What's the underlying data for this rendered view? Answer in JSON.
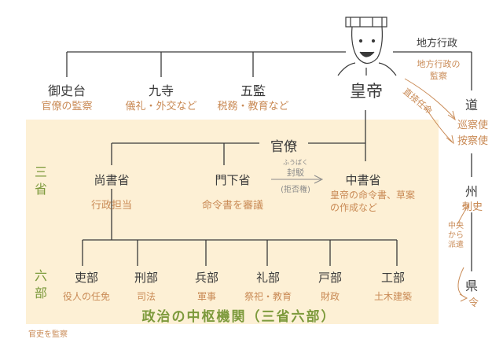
{
  "top": {
    "emperor": "皇帝",
    "local_admin": "地方行政",
    "local_admin_oversight": "地方行政の監察",
    "direct_dispatch": "直接任命",
    "bodies": [
      {
        "name": "御史台",
        "role": "官僚の監察"
      },
      {
        "name": "九寺",
        "role": "儀礼・外交など"
      },
      {
        "name": "五監",
        "role": "税務・教育など"
      }
    ]
  },
  "bureaucracy": "官僚",
  "three_depts": {
    "label": "三省",
    "items": [
      {
        "name": "尚書省",
        "role": "行政担当"
      },
      {
        "name": "門下省",
        "role": "命令書を審議"
      },
      {
        "name": "中書省",
        "role": "皇帝の命令書、草案の作成など"
      }
    ],
    "veto_reading": "ふうばく",
    "veto": "封駁",
    "veto_note": "(拒否権)"
  },
  "six_ministries": {
    "label": "六部",
    "items": [
      {
        "name": "吏部",
        "role": "役人の任免"
      },
      {
        "name": "刑部",
        "role": "司法"
      },
      {
        "name": "兵部",
        "role": "軍事"
      },
      {
        "name": "礼部",
        "role": "祭祀・教育"
      },
      {
        "name": "戸部",
        "role": "財政"
      },
      {
        "name": "工部",
        "role": "土木建築"
      }
    ]
  },
  "panel_title": "政治の中枢機関（三省六部）",
  "bottom_note": "官吏を監察",
  "local": {
    "circuit": "道",
    "circuit_officials": [
      "巡察使",
      "按察使"
    ],
    "prefecture": "州",
    "prefecture_official": "刺史",
    "dispatch_note": "中央から派遣",
    "county": "県",
    "county_official": "令"
  },
  "colors": {
    "panel": "#fdf0d5",
    "dark": "#3a3a3a",
    "brown": "#c98a55",
    "green": "#7d9a3c"
  }
}
